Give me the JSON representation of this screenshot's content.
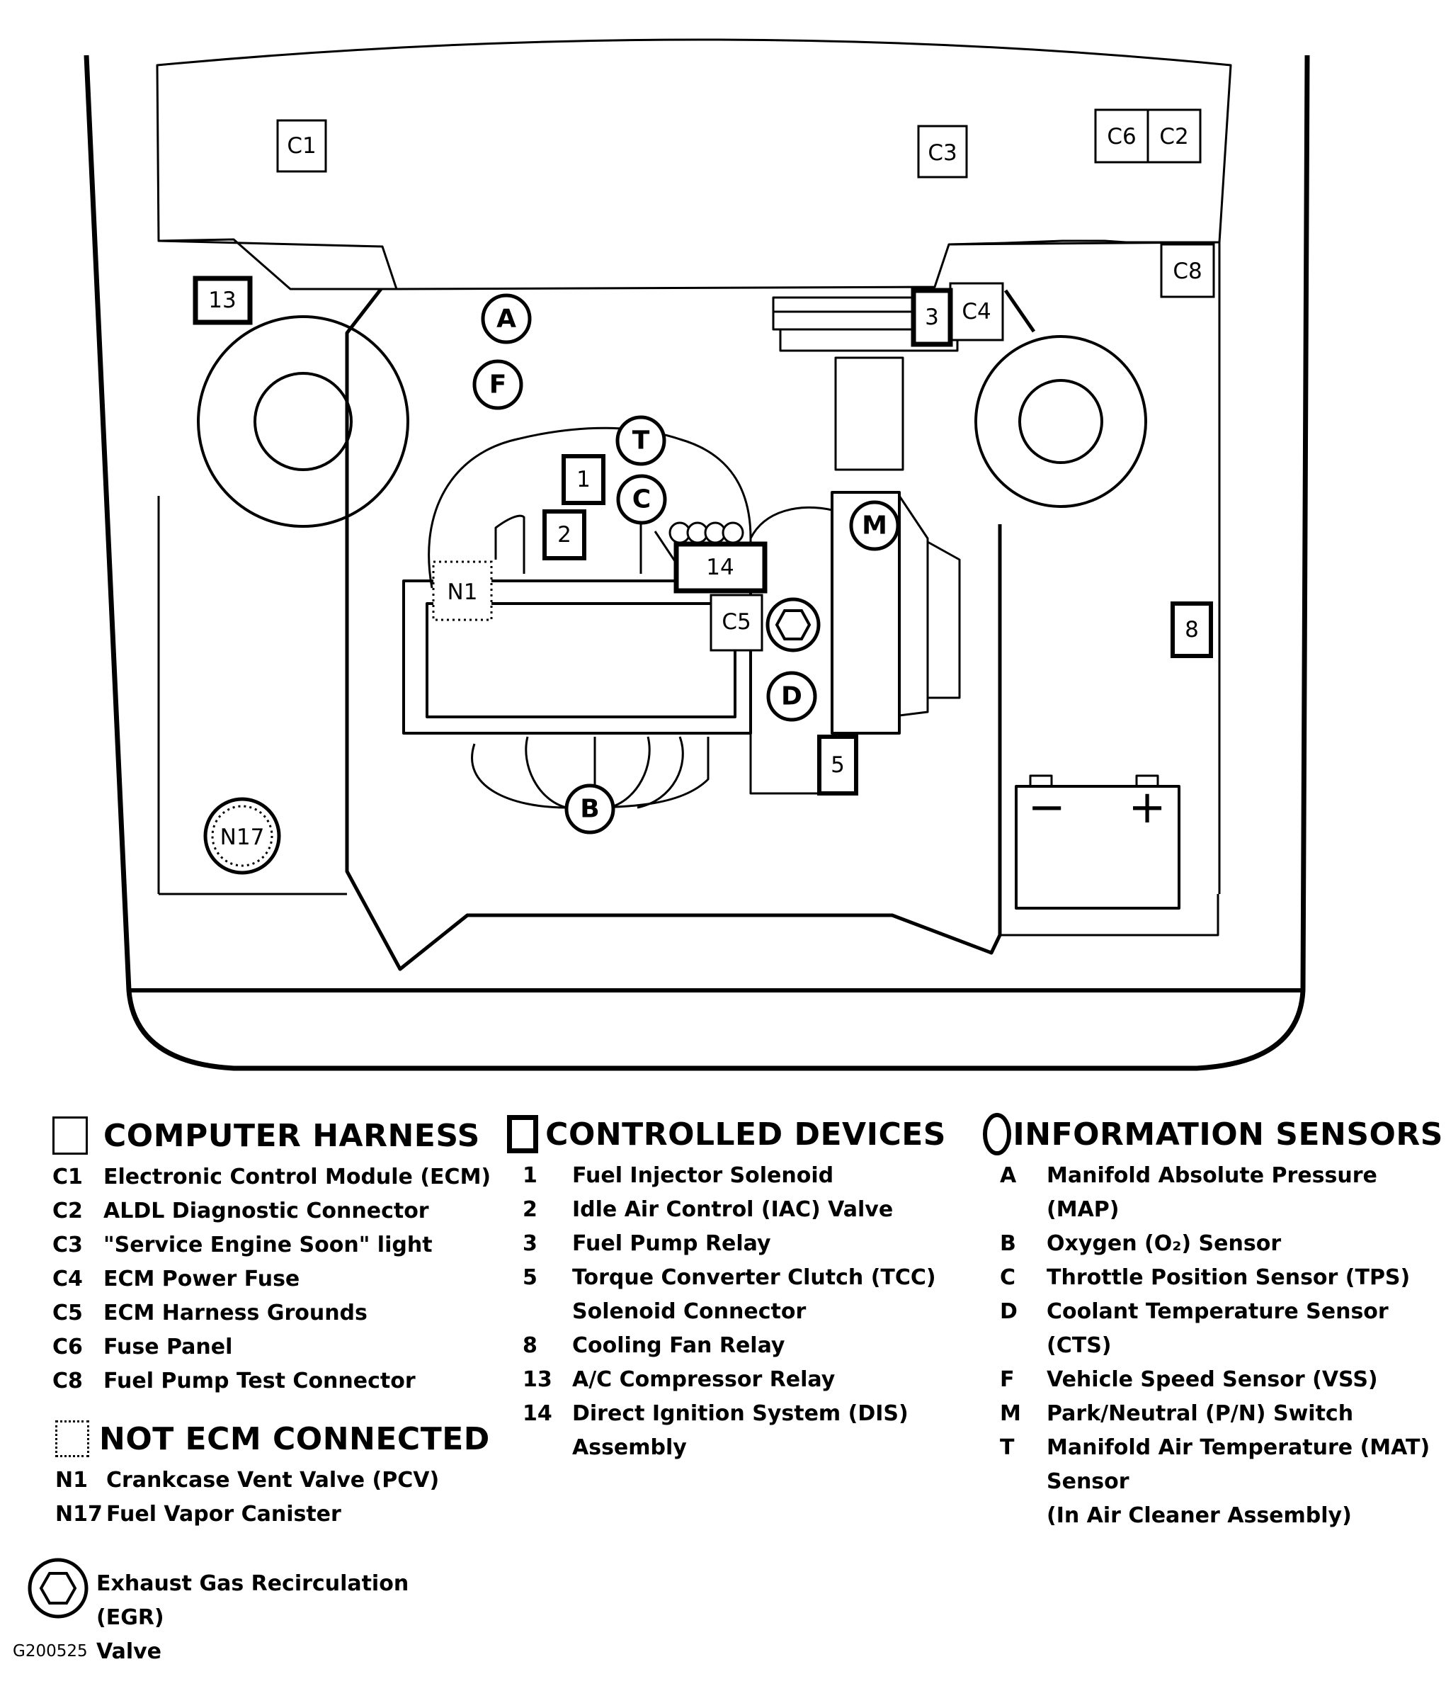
{
  "diagram": {
    "labels": {
      "C1": "C1",
      "C2": "C2",
      "C3": "C3",
      "C4": "C4",
      "C5": "C5",
      "C6": "C6",
      "C8": "C8",
      "d1": "1",
      "d2": "2",
      "d3": "3",
      "d5": "5",
      "d8": "8",
      "d13": "13",
      "d14": "14",
      "A": "A",
      "B": "B",
      "C": "C",
      "D": "D",
      "F": "F",
      "M": "M",
      "T": "T",
      "N1": "N1",
      "N17": "N17",
      "battery_minus": "−",
      "battery_plus": "+"
    }
  },
  "legend": {
    "computer_harness": {
      "title": "COMPUTER HARNESS",
      "items": [
        {
          "code": "C1",
          "text": "Electronic Control Module (ECM)"
        },
        {
          "code": "C2",
          "text": "ALDL Diagnostic Connector"
        },
        {
          "code": "C3",
          "text": "\"Service Engine Soon\" light"
        },
        {
          "code": "C4",
          "text": "ECM Power Fuse"
        },
        {
          "code": "C5",
          "text": "ECM Harness Grounds"
        },
        {
          "code": "C6",
          "text": "Fuse Panel"
        },
        {
          "code": "C8",
          "text": "Fuel Pump Test Connector"
        }
      ]
    },
    "not_ecm": {
      "title": "NOT ECM CONNECTED",
      "items": [
        {
          "code": "N1",
          "text": "Crankcase Vent Valve (PCV)"
        },
        {
          "code": "N17",
          "text": "Fuel Vapor Canister"
        }
      ]
    },
    "egr": {
      "text": "Exhaust Gas Recirculation (EGR)\nValve"
    },
    "controlled_devices": {
      "title": "CONTROLLED DEVICES",
      "items": [
        {
          "code": "1",
          "text": "Fuel Injector Solenoid"
        },
        {
          "code": "2",
          "text": "Idle Air Control (IAC) Valve"
        },
        {
          "code": "3",
          "text": "Fuel Pump Relay"
        },
        {
          "code": "5",
          "text": "Torque Converter Clutch (TCC)\nSolenoid Connector"
        },
        {
          "code": "8",
          "text": "Cooling Fan Relay"
        },
        {
          "code": "13",
          "text": "A/C Compressor Relay"
        },
        {
          "code": "14",
          "text": "Direct Ignition System (DIS)\nAssembly"
        }
      ]
    },
    "information_sensors": {
      "title": "INFORMATION SENSORS",
      "items": [
        {
          "code": "A",
          "text": "Manifold Absolute Pressure (MAP)"
        },
        {
          "code": "B",
          "text": "Oxygen (O₂) Sensor"
        },
        {
          "code": "C",
          "text": "Throttle Position Sensor (TPS)"
        },
        {
          "code": "D",
          "text": "Coolant Temperature Sensor (CTS)"
        },
        {
          "code": "F",
          "text": "Vehicle Speed Sensor (VSS)"
        },
        {
          "code": "M",
          "text": "Park/Neutral (P/N) Switch"
        },
        {
          "code": "T",
          "text": "Manifold Air Temperature (MAT)\nSensor\n(In Air Cleaner Assembly)"
        }
      ]
    },
    "figure_id": "G200525"
  }
}
